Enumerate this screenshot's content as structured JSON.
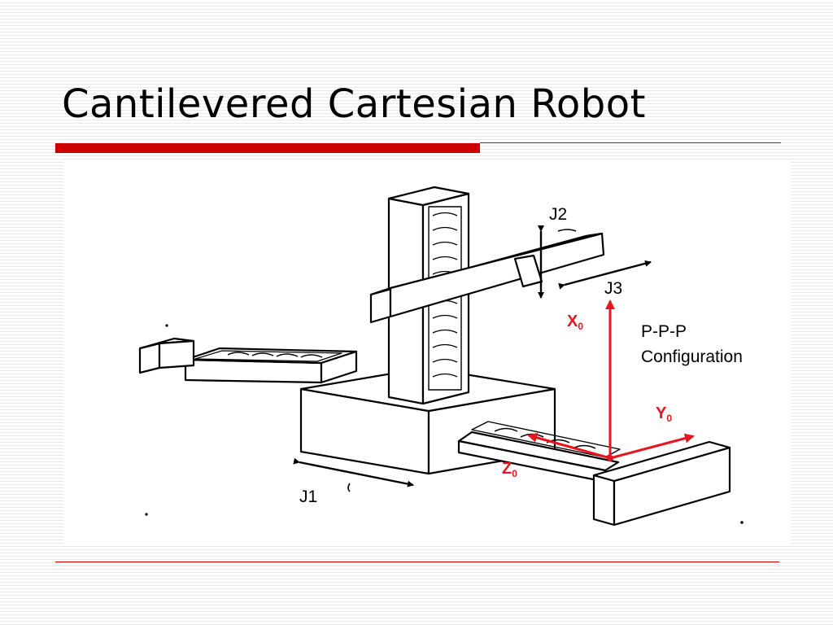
{
  "slide": {
    "title": "Cantilevered Cartesian Robot"
  },
  "figure": {
    "joints": {
      "j1": "J1",
      "j2": "J2",
      "j3": "J3"
    },
    "configuration": {
      "line1": "P-P-P",
      "line2": "Configuration"
    },
    "axes": {
      "x": {
        "letter": "X",
        "subscript": "0"
      },
      "y": {
        "letter": "Y",
        "subscript": "0"
      },
      "z": {
        "letter": "Z",
        "subscript": "0"
      },
      "color": "#e8141e"
    }
  },
  "colors": {
    "accent_rule": "#cc0000",
    "axis": "#e8141e",
    "line_art": "#000000"
  }
}
